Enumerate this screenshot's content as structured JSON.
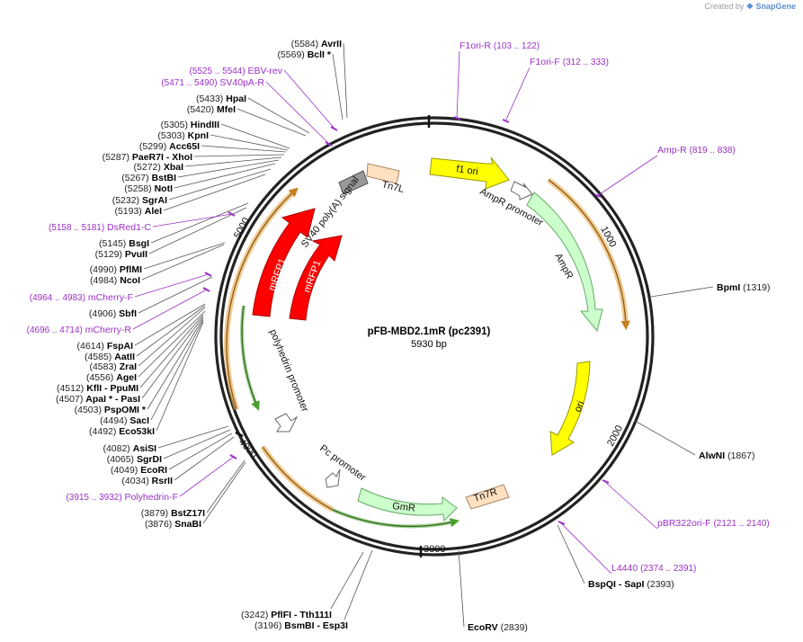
{
  "credit": {
    "prefix": "Created by",
    "brand": "SnapGene"
  },
  "title": "pFB-MBD2.1mR (pc2391)",
  "size_label": "5930 bp",
  "tick_labels": [
    {
      "text": "1000",
      "bp": 1000
    },
    {
      "text": "2000",
      "bp": 2000
    },
    {
      "text": "3000",
      "bp": 3000
    },
    {
      "text": "4000",
      "bp": 4000
    },
    {
      "text": "5000",
      "bp": 5000
    }
  ],
  "features": [
    {
      "name": "f1 ori",
      "color": "#ffff00",
      "stroke": "#999900",
      "type": "arrow"
    },
    {
      "name": "AmpR promoter",
      "color": "#ffffff",
      "stroke": "#666666",
      "type": "arrow"
    },
    {
      "name": "AmpR",
      "color": "#ccffcc",
      "stroke": "#66aa66",
      "type": "arrow"
    },
    {
      "name": "ori",
      "color": "#ffff00",
      "stroke": "#999900",
      "type": "arrow"
    },
    {
      "name": "Tn7R",
      "color": "#ffe0c0",
      "stroke": "#aa8866",
      "type": "box"
    },
    {
      "name": "GmR",
      "color": "#ccffcc",
      "stroke": "#66aa66",
      "type": "arrow"
    },
    {
      "name": "Pc promoter",
      "color": "#ffffff",
      "stroke": "#666666",
      "type": "arrow"
    },
    {
      "name": "polyhedrin promoter",
      "color": "#ffffff",
      "stroke": "#666666",
      "type": "arrow"
    },
    {
      "name": "mRFP1",
      "color": "#ff0000",
      "stroke": "#aa0000",
      "type": "arrow"
    },
    {
      "name": "mRFP1",
      "color": "#ff0000",
      "stroke": "#aa0000",
      "type": "arrow"
    },
    {
      "name": "SV40 poly(A) signal",
      "color": "#999999",
      "stroke": "#555555",
      "type": "box"
    },
    {
      "name": "Tn7L",
      "color": "#ffe0c0",
      "stroke": "#aa8866",
      "type": "box"
    }
  ],
  "left_sites": [
    {
      "pos": "(5584)",
      "name": "AvrII",
      "star": ""
    },
    {
      "pos": "(5569)",
      "name": "BclI",
      "star": "*"
    },
    {
      "pos": "(5433)",
      "name": "HpaI",
      "star": ""
    },
    {
      "pos": "(5420)",
      "name": "MfeI",
      "star": ""
    },
    {
      "pos": "(5305)",
      "name": "HindIII",
      "star": ""
    },
    {
      "pos": "(5303)",
      "name": "KpnI",
      "star": ""
    },
    {
      "pos": "(5299)",
      "name": "Acc65I",
      "star": ""
    },
    {
      "pos": "(5287)",
      "name": "PaeR7I",
      "second": "XhoI"
    },
    {
      "pos": "(5272)",
      "name": "XbaI",
      "star": ""
    },
    {
      "pos": "(5267)",
      "name": "BstBI",
      "star": ""
    },
    {
      "pos": "(5258)",
      "name": "NotI",
      "star": ""
    },
    {
      "pos": "(5232)",
      "name": "SgrAI",
      "star": ""
    },
    {
      "pos": "(5193)",
      "name": "AleI",
      "star": ""
    },
    {
      "pos": "(5145)",
      "name": "BsgI",
      "star": ""
    },
    {
      "pos": "(5129)",
      "name": "PvuII",
      "star": ""
    },
    {
      "pos": "(4990)",
      "name": "PflMI",
      "star": ""
    },
    {
      "pos": "(4984)",
      "name": "NcoI",
      "star": ""
    },
    {
      "pos": "(4906)",
      "name": "SbfI",
      "star": ""
    },
    {
      "pos": "(4614)",
      "name": "FspAI",
      "star": ""
    },
    {
      "pos": "(4585)",
      "name": "AatII",
      "star": ""
    },
    {
      "pos": "(4583)",
      "name": "ZraI",
      "star": ""
    },
    {
      "pos": "(4556)",
      "name": "AgeI",
      "star": ""
    },
    {
      "pos": "(4512)",
      "name": "KflI",
      "second": "PpuMI"
    },
    {
      "pos": "(4507)",
      "name": "ApaI",
      "star": "*",
      "second": "PasI"
    },
    {
      "pos": "(4503)",
      "name": "PspOMI",
      "star": "*"
    },
    {
      "pos": "(4494)",
      "name": "SacI",
      "star": ""
    },
    {
      "pos": "(4492)",
      "name": "Eco53kI",
      "star": ""
    },
    {
      "pos": "(4082)",
      "name": "AsiSI",
      "star": ""
    },
    {
      "pos": "(4065)",
      "name": "SgrDI",
      "star": ""
    },
    {
      "pos": "(4049)",
      "name": "EcoRI",
      "star": ""
    },
    {
      "pos": "(4034)",
      "name": "RsrII",
      "star": ""
    },
    {
      "pos": "(3879)",
      "name": "BstZ17I",
      "star": ""
    },
    {
      "pos": "(3876)",
      "name": "SnaBI",
      "star": ""
    }
  ],
  "primers_left": [
    {
      "range": "(5525 .. 5544)",
      "name": "EBV-rev"
    },
    {
      "range": "(5471 .. 5490)",
      "name": "SV40pA-R"
    },
    {
      "range": "(5158 .. 5181)",
      "name": "DsRed1-C"
    },
    {
      "range": "(4964 .. 4983)",
      "name": "mCherry-F"
    },
    {
      "range": "(4696 .. 4714)",
      "name": "mCherry-R"
    },
    {
      "range": "(3915 .. 3932)",
      "name": "Polyhedrin-F"
    }
  ],
  "primers_right": [
    {
      "name": "F1ori-R",
      "range": "(103 .. 122)"
    },
    {
      "name": "F1ori-F",
      "range": "(312 .. 333)"
    },
    {
      "name": "Amp-R",
      "range": "(819 .. 838)"
    },
    {
      "name": "pBR322ori-F",
      "range": "(2121 .. 2140)"
    },
    {
      "name": "L4440",
      "range": "(2374 .. 2391)"
    }
  ],
  "right_sites": [
    {
      "name": "BpmI",
      "pos": "(1319)"
    },
    {
      "name": "AlwNI",
      "pos": "(1867)"
    },
    {
      "name": "BspQI",
      "second": "SapI",
      "pos": "(2393)"
    },
    {
      "name": "EcoRV",
      "pos": "(2839)"
    }
  ],
  "bottom_sites": [
    {
      "pos": "(3242)",
      "name": "PflFI",
      "second": "Tth111I"
    },
    {
      "pos": "(3196)",
      "name": "BsmBI",
      "second": "Esp3I"
    }
  ],
  "colors": {
    "primer": "#9b30c8",
    "backbone": "#222222",
    "orange_arc": "#e8a64a",
    "green_arc": "#4aa02c"
  }
}
